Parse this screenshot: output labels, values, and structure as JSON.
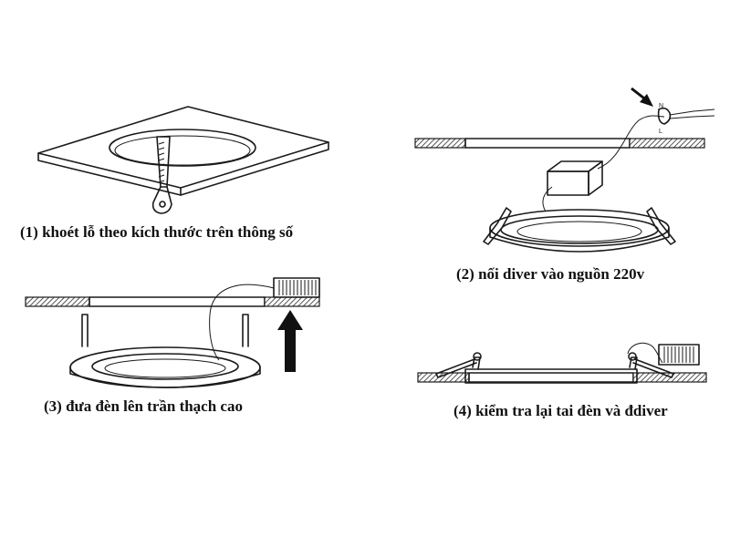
{
  "steps": [
    {
      "number": "(1)",
      "text": "khoét lỗ theo kích thước trên thông số",
      "label": "(1) khoét lỗ theo kích thước trên thông số"
    },
    {
      "number": "(2)",
      "text": "nối diver vào nguồn 220v",
      "label": "(2) nối diver vào nguồn 220v"
    },
    {
      "number": "(3)",
      "text": "đưa đèn lên trần thạch cao",
      "label": "(3) đưa đèn lên trần thạch cao"
    },
    {
      "number": "(4)",
      "text": "kiểm tra lại tai đèn và đdiver",
      "label": "(4) kiểm tra lại tai đèn và đdiver"
    }
  ],
  "wire_labels": {
    "neutral": "N",
    "live": "L"
  },
  "icons": [
    "saw-icon",
    "arrow-up-icon",
    "arrow-pointer-icon"
  ],
  "colors": {
    "line": "#1a1a1a",
    "hatch": "#555555",
    "background": "#ffffff"
  }
}
